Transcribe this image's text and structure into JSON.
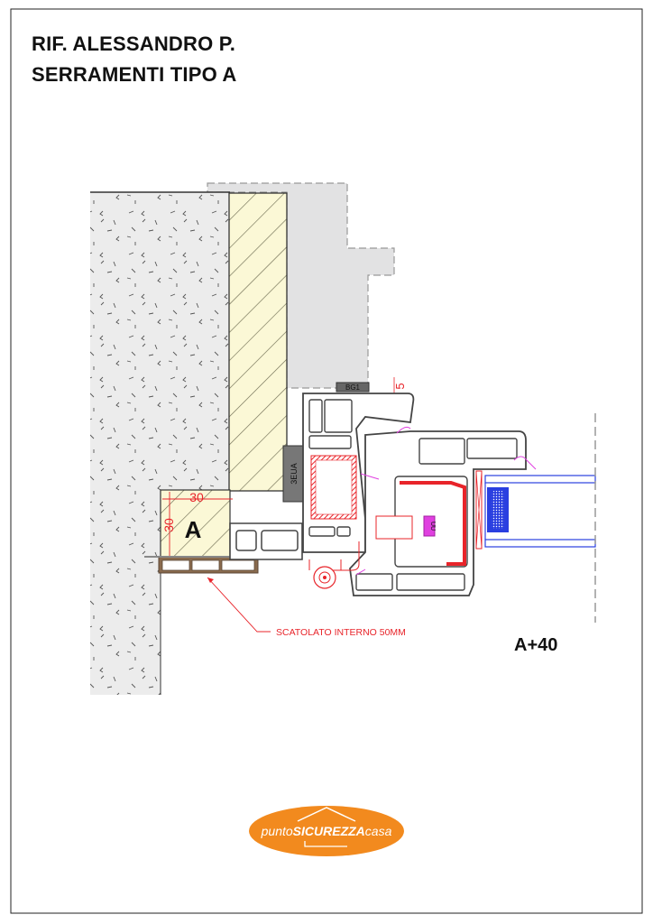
{
  "title": {
    "line1": "RIF. ALESSANDRO P.",
    "line2": "SERRAMENTI TIPO A"
  },
  "drawing": {
    "insert_label": "A",
    "dimension_width": "30",
    "dimension_height": "30",
    "top_dimension": "5",
    "gasket_label_top": "BG1",
    "gasket_label_side": "3EUA",
    "hardware_label": "UU",
    "callout_text": "SCATOLATO INTERNO 50MM",
    "result_label": "A+40"
  },
  "logo": {
    "text_light": "punto",
    "text_bold": "SICUREZZA",
    "text_end": "casa",
    "color": "#f28a1e"
  },
  "colors": {
    "concrete": "#ececec",
    "insulation": "#fbf8d6",
    "dashed_area": "#e2e2e3",
    "dimension": "#e8242a",
    "glass": "#2a3fe0",
    "seal": "#e040e0"
  }
}
